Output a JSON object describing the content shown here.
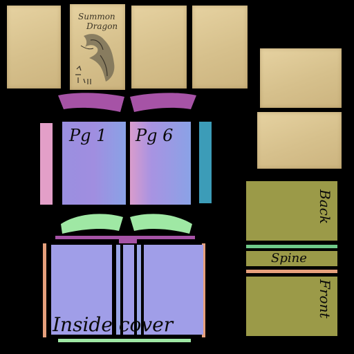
{
  "spell_page": {
    "title_line1": "Summon",
    "title_line2": "Dragon"
  },
  "labels": {
    "page_left": "Pg 1",
    "page_right": "Pg 6",
    "inside_cover": "Inside cover",
    "back": "Back",
    "spine": "Spine",
    "front": "Front"
  },
  "colors": {
    "background": "#000000",
    "parchment": "#dcc793",
    "cover_olive": "#9b9a48",
    "page_purple": "#9a8fe0",
    "page_blue": "#8aa2e6",
    "page_pink": "#d99ccc",
    "edge_teal": "#3c9cb8",
    "edge_pink": "#e39fc8",
    "ribbon_magenta": "#a653a6",
    "ribbon_green": "#9fe8a4",
    "stripe_green": "#6fc98a",
    "stripe_salmon": "#e6a07c",
    "cover_inner": "#a09ee8"
  },
  "icons": [
    "dragon-illustration-icon",
    "rune-glyph-icon"
  ]
}
